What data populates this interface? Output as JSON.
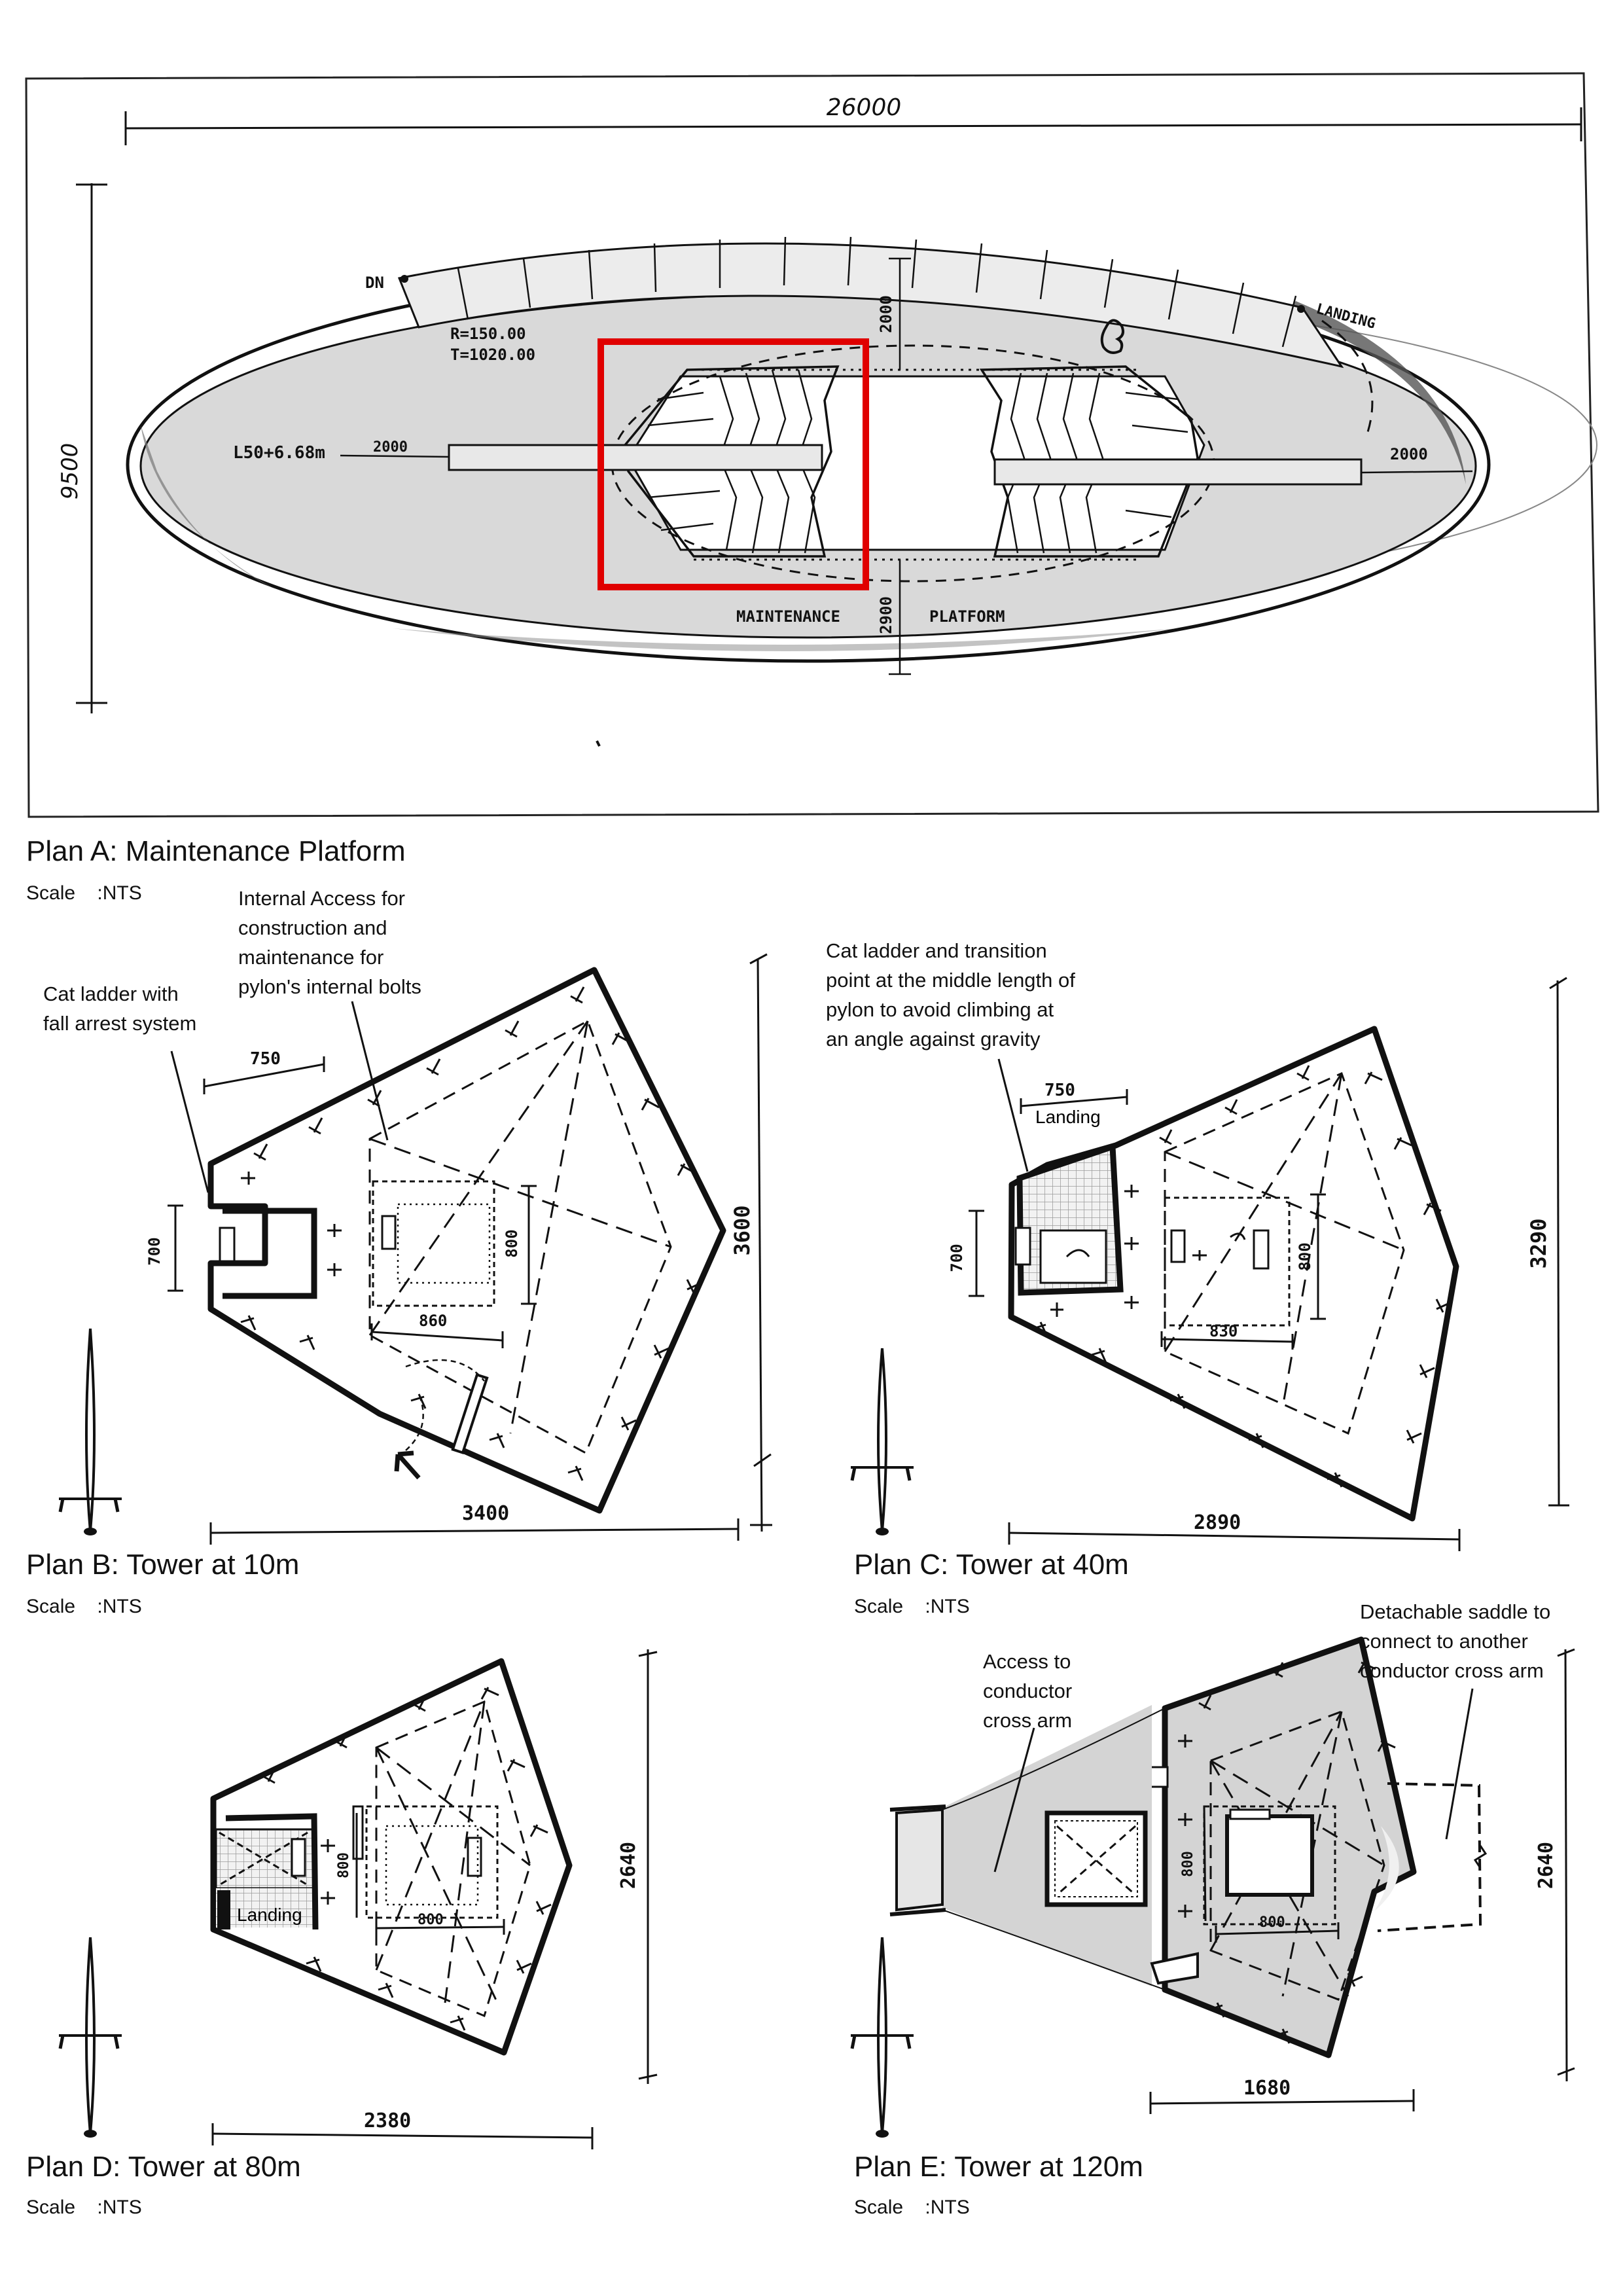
{
  "plan_a": {
    "title": "Plan A: Maintenance Platform",
    "scale": "Scale    :NTS",
    "dim_width": "26000",
    "dim_height": "9500",
    "dim_gap_top": "2000",
    "dim_gap_bottom": "2900",
    "dim_left_bridge": "2000",
    "dim_right_bridge": "2000",
    "label_dn": "DN",
    "label_radius": "R=150.00",
    "label_tread": "T=1020.00",
    "label_level": "L50+6.68m",
    "label_landing": "LANDING",
    "label_maintenance": "MAINTENANCE",
    "label_platform": "PLATFORM",
    "highlight_color": "#e00000",
    "fill_color": "#d9d9d9"
  },
  "plan_b": {
    "title": "Plan B: Tower at 10m",
    "scale": "Scale    :NTS",
    "note_ladder": [
      "Cat ladder with",
      "fall arrest system"
    ],
    "note_access": [
      "Internal Access for",
      "construction and",
      "maintenance for",
      "pylon's internal bolts"
    ],
    "dim_750": "750",
    "dim_700": "700",
    "dim_800": "800",
    "dim_860": "860",
    "dim_height": "3600",
    "dim_width": "3400"
  },
  "plan_c": {
    "title": "Plan C: Tower at 40m",
    "scale": "Scale    :NTS",
    "note_ladder": [
      "Cat ladder and transition",
      "point at the middle length of",
      "pylon to avoid climbing at",
      "an angle against gravity"
    ],
    "label_landing": "Landing",
    "dim_750": "750",
    "dim_700": "700",
    "dim_800": "800",
    "dim_830": "830",
    "dim_height": "3290",
    "dim_width": "2890"
  },
  "plan_d": {
    "title": "Plan D: Tower at 80m",
    "scale": "Scale    :NTS",
    "label_landing": "Landing",
    "dim_800_v": "800",
    "dim_800_h": "800",
    "dim_height": "2640",
    "dim_width": "2380"
  },
  "plan_e": {
    "title": "Plan E: Tower at 120m",
    "scale": "Scale    :NTS",
    "note_access": [
      "Access to",
      "conductor",
      "cross arm"
    ],
    "note_saddle": [
      "Detachable saddle to",
      "connect to another",
      "conductor cross arm"
    ],
    "dim_800_v": "800",
    "dim_800_h": "800",
    "dim_height": "2640",
    "dim_width": "1680",
    "fill_color": "#d4d4d4"
  }
}
